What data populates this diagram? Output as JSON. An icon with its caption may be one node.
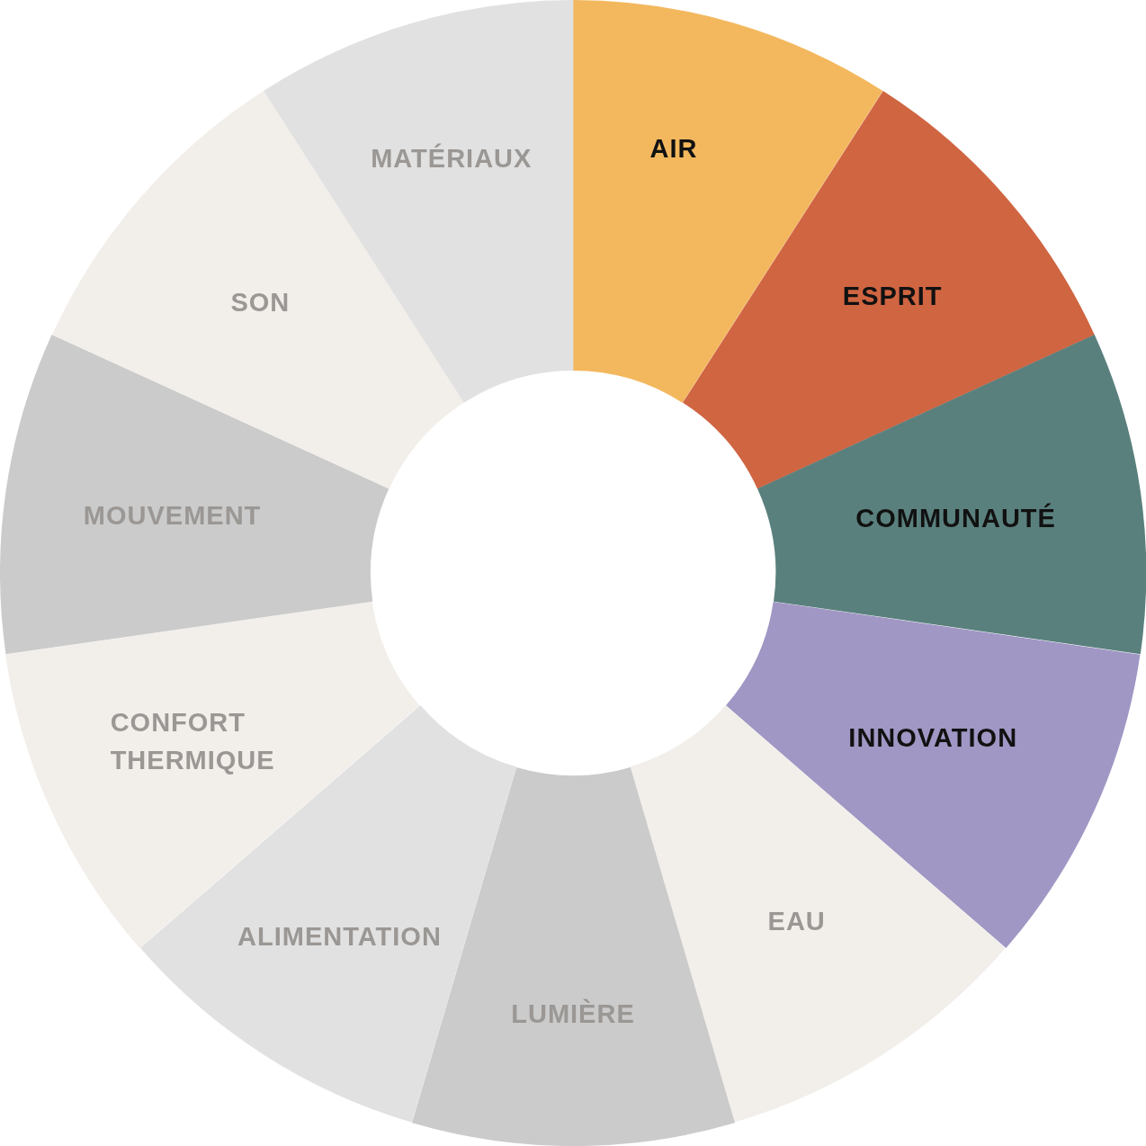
{
  "diagram": {
    "nodes": [
      {
        "text": [
          "AIR"
        ]
      },
      {
        "text": [
          "ESPRIT"
        ]
      },
      {
        "text": [
          "COMMUNAUTÉ"
        ]
      },
      {
        "text": [
          "INNOVATION"
        ]
      },
      {
        "text": [
          "EAU"
        ]
      },
      {
        "text": [
          "LUMIÈRE"
        ]
      },
      {
        "text": [
          "ALIMENTATION"
        ]
      },
      {
        "text": [
          "CONFORT THERMIQUE"
        ]
      },
      {
        "text": [
          "MOUVEMENT"
        ]
      },
      {
        "text": [
          "SON"
        ]
      },
      {
        "text": [
          "MATÉRIAUX"
        ]
      }
    ],
    "edges": []
  }
}
